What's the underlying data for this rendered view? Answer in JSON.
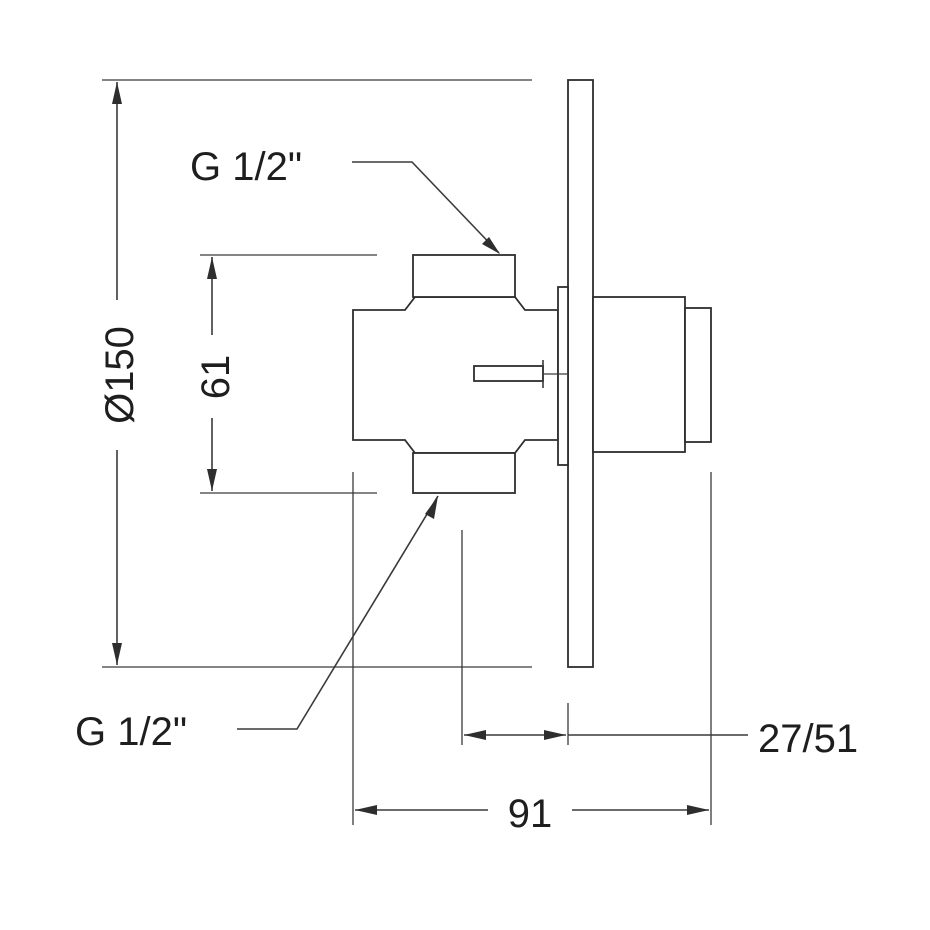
{
  "diagram": {
    "labels": {
      "thread_top": "G 1/2\"",
      "thread_bottom": "G 1/2\"",
      "diameter": "Ø150",
      "height": "61",
      "depth_range": "27/51",
      "width": "91"
    }
  }
}
